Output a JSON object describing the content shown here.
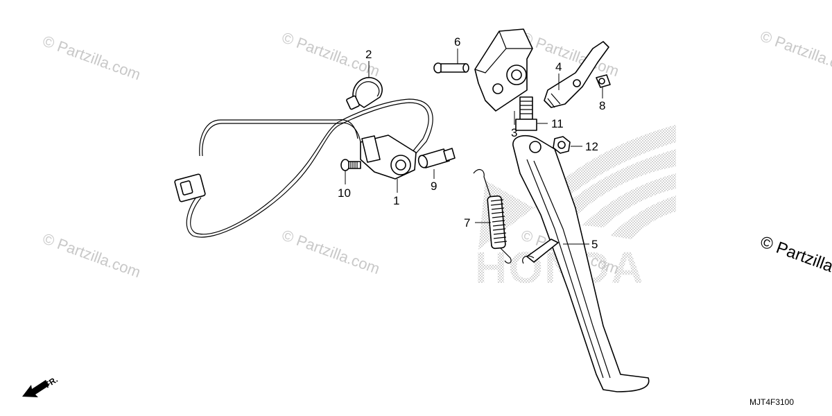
{
  "callouts": [
    {
      "id": "1",
      "label": "1"
    },
    {
      "id": "2",
      "label": "2"
    },
    {
      "id": "3",
      "label": "3"
    },
    {
      "id": "4",
      "label": "4"
    },
    {
      "id": "5",
      "label": "5"
    },
    {
      "id": "6",
      "label": "6"
    },
    {
      "id": "7",
      "label": "7"
    },
    {
      "id": "8",
      "label": "8"
    },
    {
      "id": "9",
      "label": "9"
    },
    {
      "id": "10",
      "label": "10"
    },
    {
      "id": "11",
      "label": "11"
    },
    {
      "id": "12",
      "label": "12"
    }
  ],
  "watermark": {
    "text": "© Partzilla.com",
    "edge_text": "© Partzilla"
  },
  "brand_watermark": "HONDA",
  "direction_label": "FR.",
  "diagram_code": "MJT4F3100"
}
